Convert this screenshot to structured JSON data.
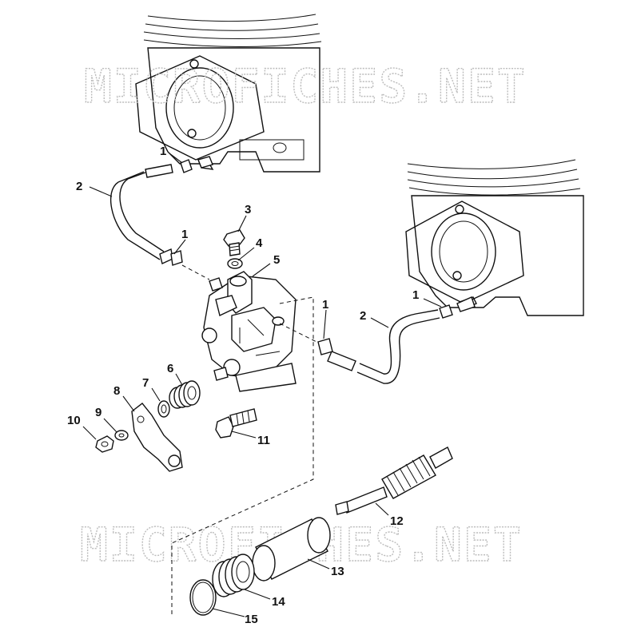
{
  "watermarks": [
    "MICROFICHES.NET",
    "MICROFICHES.NET"
  ],
  "callouts": [
    "1",
    "2",
    "3",
    "1",
    "4",
    "5",
    "1",
    "2",
    "1",
    "6",
    "7",
    "8",
    "9",
    "10",
    "11",
    "12",
    "13",
    "14",
    "15"
  ]
}
